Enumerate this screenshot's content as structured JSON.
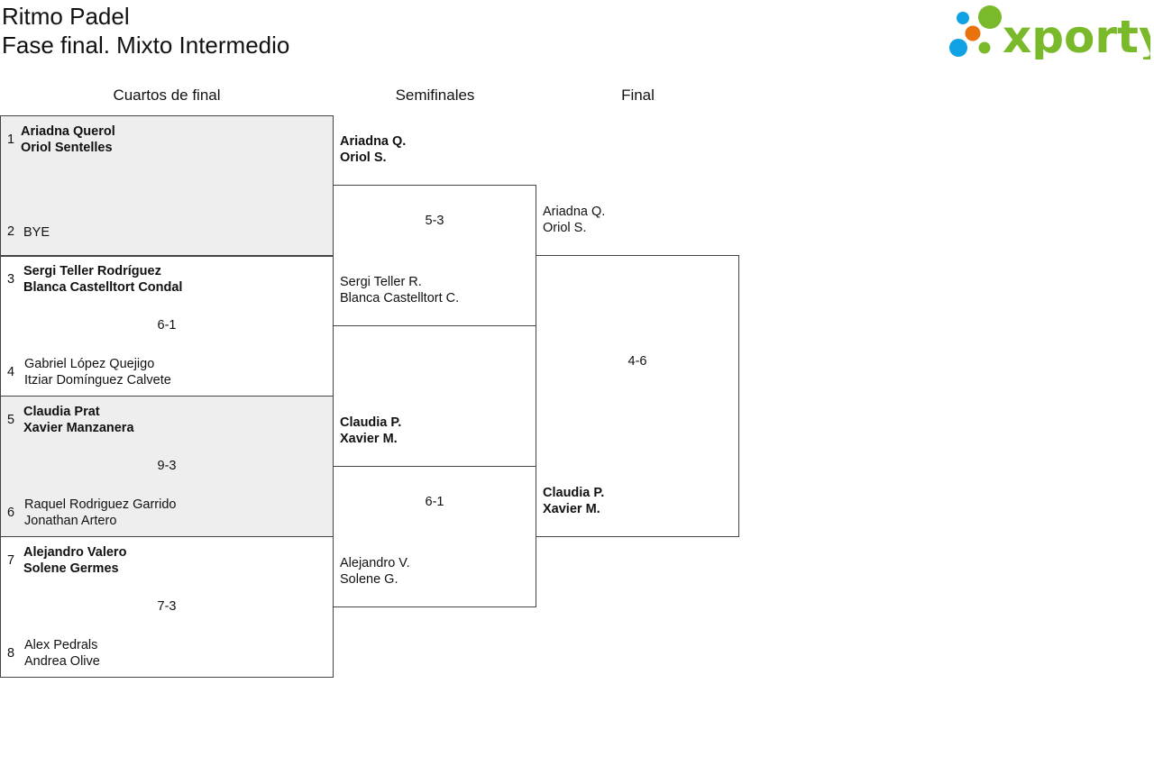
{
  "header": {
    "club": "Ritmo Padel",
    "phase": "Fase final. Mixto Intermedio",
    "logo_text": "xporty"
  },
  "rounds": [
    "Cuartos de final",
    "Semifinales",
    "Final"
  ],
  "quarterfinals": [
    {
      "top": {
        "seed": "1",
        "p1": "Ariadna Querol",
        "p2": "Oriol Sentelles"
      },
      "bottom": {
        "seed": "2",
        "p1": "BYE",
        "p2": ""
      },
      "score": ""
    },
    {
      "top": {
        "seed": "3",
        "p1": "Sergi Teller Rodríguez",
        "p2": "Blanca Castelltort Condal"
      },
      "bottom": {
        "seed": "4",
        "p1": "Gabriel López Quejigo",
        "p2": "Itziar Domínguez Calvete"
      },
      "score": "6-1"
    },
    {
      "top": {
        "seed": "5",
        "p1": "Claudia Prat",
        "p2": "Xavier Manzanera"
      },
      "bottom": {
        "seed": "6",
        "p1": "Raquel Rodriguez Garrido",
        "p2": "Jonathan Artero"
      },
      "score": "9-3"
    },
    {
      "top": {
        "seed": "7",
        "p1": "Alejandro Valero",
        "p2": "Solene Germes"
      },
      "bottom": {
        "seed": "8",
        "p1": "Alex Pedrals",
        "p2": "Andrea Olive"
      },
      "score": "7-3"
    }
  ],
  "semifinals": [
    {
      "top": {
        "p1": "Ariadna Q.",
        "p2": "Oriol S."
      },
      "bottom": {
        "p1": "Sergi Teller R.",
        "p2": "Blanca Castelltort C."
      },
      "score": "5-3"
    },
    {
      "top": {
        "p1": "Claudia P.",
        "p2": "Xavier M."
      },
      "bottom": {
        "p1": "Alejandro V.",
        "p2": "Solene G."
      },
      "score": "6-1"
    }
  ],
  "final": {
    "top": {
      "p1": "Ariadna Q.",
      "p2": "Oriol S."
    },
    "bottom": {
      "p1": "Claudia P.",
      "p2": "Xavier M."
    },
    "score": "4-6"
  },
  "colors": {
    "logo_green": "#7ab929",
    "logo_blue": "#0ea1e3",
    "logo_orange": "#e8720c",
    "grey_bg": "#eeeeee"
  }
}
